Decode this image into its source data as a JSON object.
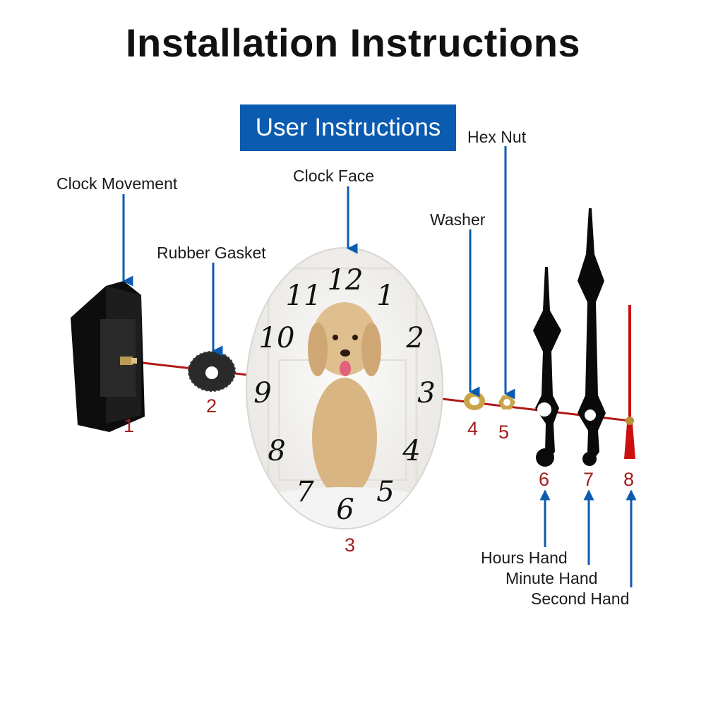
{
  "title": "Installation Instructions",
  "subtitle_badge": "User Instructions",
  "parts": [
    {
      "number": "1",
      "label": "Clock Movement"
    },
    {
      "number": "2",
      "label": "Rubber Gasket"
    },
    {
      "number": "3",
      "label": "Clock Face"
    },
    {
      "number": "4",
      "label": "Washer"
    },
    {
      "number": "5",
      "label": "Hex Nut"
    },
    {
      "number": "6",
      "label": "Hours Hand"
    },
    {
      "number": "7",
      "label": "Minute Hand"
    },
    {
      "number": "8",
      "label": "Second Hand"
    }
  ],
  "clock_numerals": [
    "12",
    "1",
    "2",
    "3",
    "4",
    "5",
    "6",
    "7",
    "8",
    "9",
    "10",
    "11"
  ],
  "colors": {
    "arrow": "#0b5bb0",
    "number": "#a31d1d",
    "shaft_line": "#b01818",
    "badge_bg": "#0b5bb0"
  }
}
